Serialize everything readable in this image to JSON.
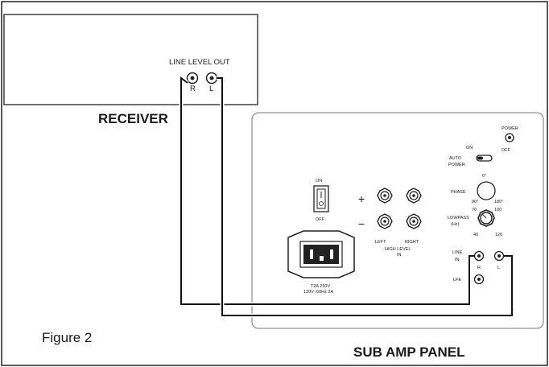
{
  "figure_label": "Figure 2",
  "receiver": {
    "title": "RECEIVER",
    "line_level_out": "LINE LEVEL OUT",
    "jack_r": "R",
    "jack_l": "L"
  },
  "panel": {
    "title": "SUB AMP PANEL",
    "power_switch_on": "ON",
    "power_switch_off": "OFF",
    "plus": "+",
    "minus": "−",
    "left": "LEFT",
    "right": "RIGHT",
    "high_level": "HIGH LEVEL",
    "high_level_in": "IN",
    "fuse_line1": "T2A 250V",
    "fuse_line2": "120V~60Hz 2A",
    "power_led": "POWER",
    "auto_on": "ON",
    "auto_off": "OFF",
    "auto_power_1": "AUTO",
    "auto_power_2": "POWER",
    "phase": "PHASE",
    "phase_0": "0°",
    "phase_90": "90°",
    "phase_180": "180°",
    "lowpass": "LOWPASS",
    "lowpass_unit": "(Hz)",
    "lp_40": "40",
    "lp_70": "70",
    "lp_100": "100",
    "lp_120": "120",
    "line_in_1": "LINE",
    "line_in_2": "IN",
    "line_r": "R",
    "line_l": "L",
    "lfe": "LFE"
  }
}
